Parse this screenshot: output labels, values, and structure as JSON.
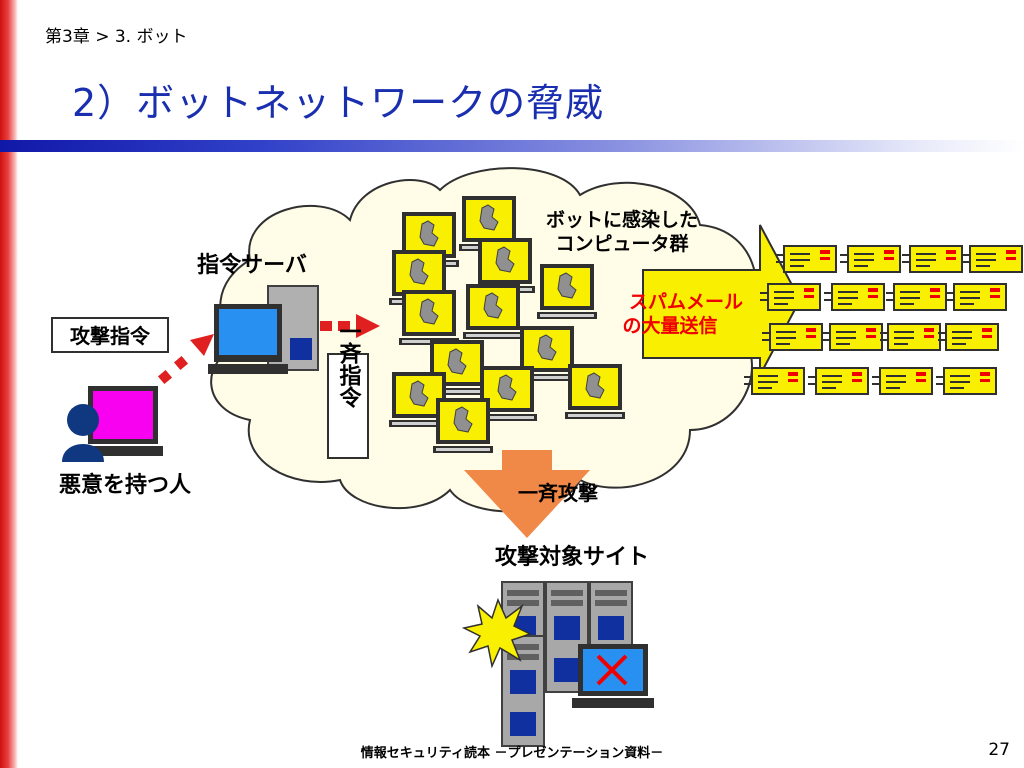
{
  "breadcrumb": "第3章 > 3. ボット",
  "title": "2）ボットネットワークの脅威",
  "diagram": {
    "label_attack_command": "攻撃指令",
    "label_malicious_person": "悪意を持つ人",
    "label_command_server": "指令サーバ",
    "label_simultaneous_command": "一斉指令",
    "label_infected_computers_line1": "ボットに感染した",
    "label_infected_computers_line2": "コンピュータ群",
    "label_spam_line1": "スパムメール",
    "label_spam_line2": "の大量送信",
    "label_simultaneous_attack": "一斉攻撃",
    "label_target_site": "攻撃対象サイト"
  },
  "colors": {
    "title": "#1a2fb0",
    "arrow_red": "#e02020",
    "arrow_orange": "#f08848",
    "screen_yellow": "#f8f000",
    "screen_blue": "#2890f0",
    "screen_magenta": "#f800f0",
    "spam_red": "#f00000",
    "person_blue": "#103880"
  },
  "footer": "情報セキュリティ読本 －プレゼンテーション資料－",
  "page_number": "27"
}
